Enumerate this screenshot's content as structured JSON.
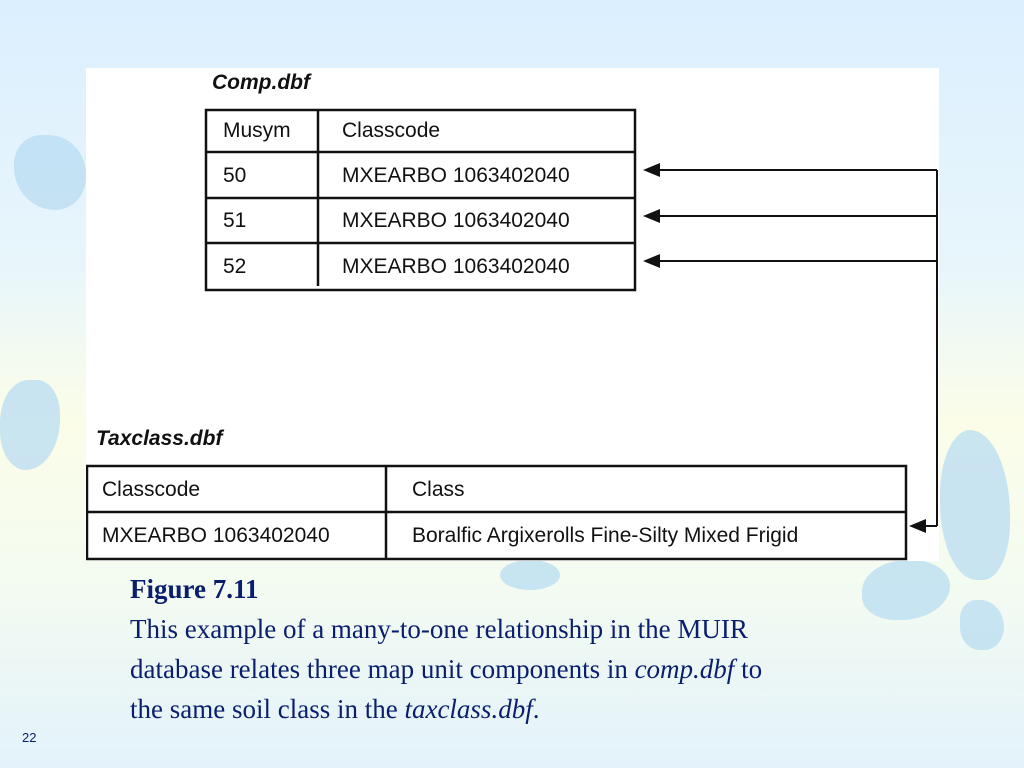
{
  "comp_table": {
    "title": "Comp.dbf",
    "headers": [
      "Musym",
      "Classcode"
    ],
    "rows": [
      [
        "50",
        "MXEARBO 1063402040"
      ],
      [
        "51",
        "MXEARBO 1063402040"
      ],
      [
        "52",
        "MXEARBO 1063402040"
      ]
    ]
  },
  "taxclass_table": {
    "title": "Taxclass.dbf",
    "headers": [
      "Classcode",
      "Class"
    ],
    "rows": [
      [
        "MXEARBO 1063402040",
        "Boralfic Argixerolls Fine-Silty Mixed Frigid"
      ]
    ]
  },
  "caption": {
    "figure_label": "Figure 7.11",
    "line1": "This example of a many-to-one relationship in the MUIR",
    "line2_a": "database relates three map unit components in ",
    "line2_em": "comp.dbf",
    "line2_b": " to",
    "line3_a": "the same soil class in the ",
    "line3_em": "taxclass.dbf",
    "line3_b": "."
  },
  "slide_number": "22",
  "colors": {
    "caption_text": "#0a1e6e",
    "table_border": "#111111",
    "map_shape": "#b8dcf2"
  }
}
